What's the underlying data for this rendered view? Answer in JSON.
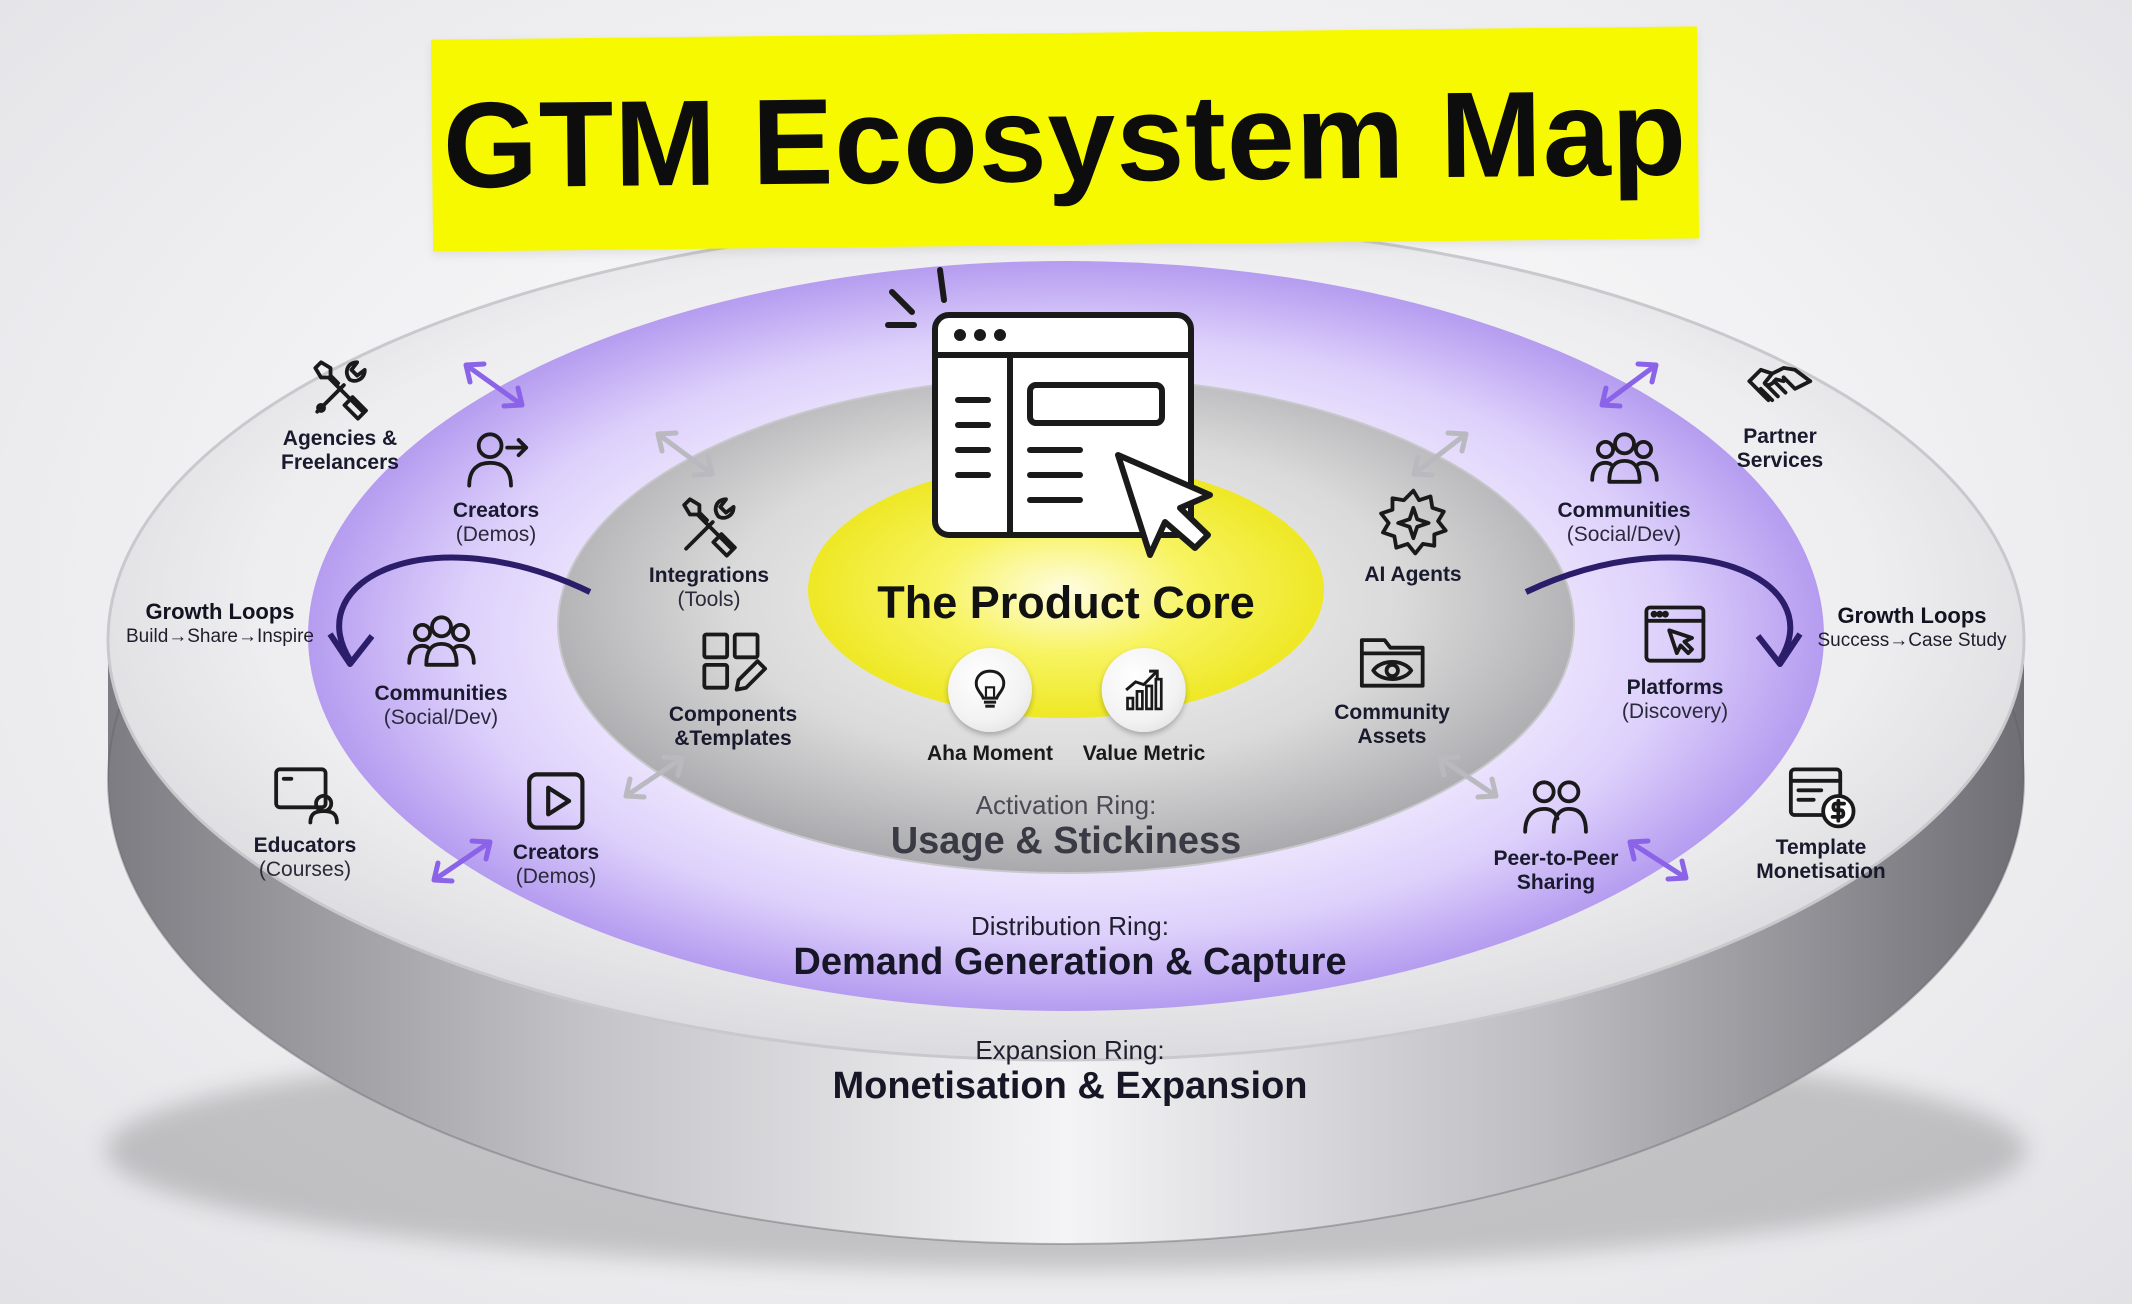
{
  "title": "GTM Ecosystem Map",
  "core": {
    "title": "The Product Core",
    "badges": [
      {
        "label": "Aha Moment",
        "icon": "lightbulb-icon"
      },
      {
        "label": "Value Metric",
        "icon": "growth-chart-icon"
      }
    ]
  },
  "rings": {
    "activation": {
      "sub": "Activation Ring:",
      "main": "Usage & Stickiness"
    },
    "distribution": {
      "sub": "Distribution Ring:",
      "main": "Demand Generation & Capture"
    },
    "expansion": {
      "sub": "Expansion Ring:",
      "main": "Monetisation & Expansion"
    }
  },
  "growth_loops": {
    "left": {
      "title": "Growth Loops",
      "steps": [
        "Build",
        "Share",
        "Inspire"
      ]
    },
    "right": {
      "title": "Growth Loops",
      "steps": [
        "Success",
        "Case Study"
      ]
    }
  },
  "arrow_glyph": "→",
  "nodes": {
    "agencies": {
      "l1": "Agencies &",
      "l2": "Freelancers",
      "icon": "tools-icon"
    },
    "partner": {
      "l1": "Partner",
      "l2": "Services",
      "icon": "handshake-icon"
    },
    "educators": {
      "l1": "Educators",
      "l2": "(Courses)",
      "icon": "presenter-screen-icon"
    },
    "template_money": {
      "l1": "Template",
      "l2": "Monetisation",
      "icon": "template-dollar-icon"
    },
    "creators_top": {
      "l1": "Creators",
      "l2": "(Demos)",
      "icon": "user-arrow-icon"
    },
    "communities_left": {
      "l1": "Communities",
      "l2": "(Social/Dev)",
      "icon": "group-icon"
    },
    "creators_bottom": {
      "l1": "Creators",
      "l2": "(Demos)",
      "icon": "play-button-icon"
    },
    "communities_right": {
      "l1": "Communities",
      "l2": "(Social/Dev)",
      "icon": "group-icon"
    },
    "platforms": {
      "l1": "Platforms",
      "l2": "(Discovery)",
      "icon": "browser-cursor-icon"
    },
    "peer": {
      "l1": "Peer-to-Peer",
      "l2": "Sharing",
      "icon": "two-people-icon"
    },
    "integrations": {
      "l1": "Integrations",
      "l2": "(Tools)",
      "icon": "tools-icon"
    },
    "components": {
      "l1": "Components",
      "l2": "&Templates",
      "icon": "grid-pencil-icon"
    },
    "ai_agents": {
      "l1": "AI Agents",
      "l2": "",
      "icon": "gear-sparkle-icon"
    },
    "community_assets": {
      "l1": "Community",
      "l2": "Assets",
      "icon": "folder-eye-icon"
    }
  },
  "colors": {
    "title_bg": "#f7f900",
    "core_glow": "#f4f016",
    "distribution_ring": "#c9b6f5",
    "accent_arrow": "#8a63e8",
    "loop_arrow": "#2c1d6b"
  }
}
